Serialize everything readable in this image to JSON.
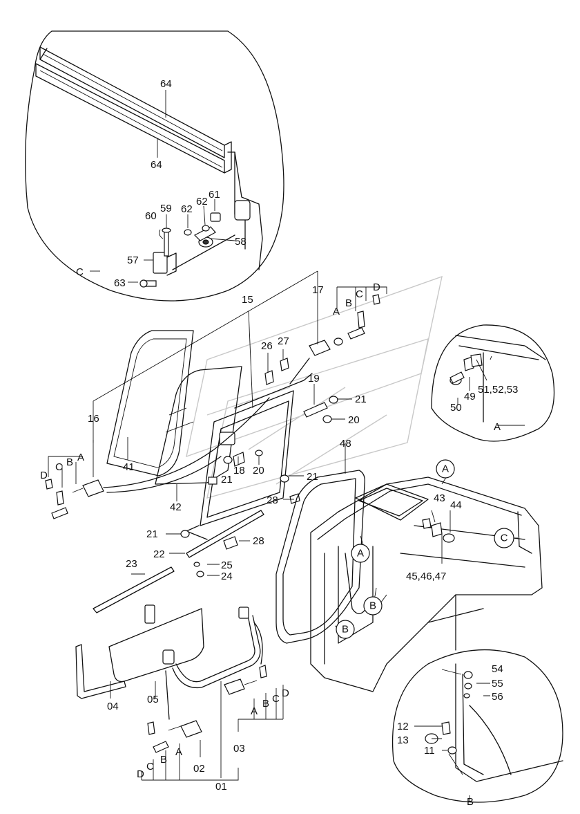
{
  "labels": [
    {
      "id": "64a",
      "text": "64"
    },
    {
      "id": "64b",
      "text": "64"
    },
    {
      "id": "59",
      "text": "59"
    },
    {
      "id": "60",
      "text": "60"
    },
    {
      "id": "62a",
      "text": "62"
    },
    {
      "id": "62b",
      "text": "62"
    },
    {
      "id": "61",
      "text": "61"
    },
    {
      "id": "58",
      "text": "58"
    },
    {
      "id": "57",
      "text": "57"
    },
    {
      "id": "63",
      "text": "63"
    },
    {
      "id": "C_detail",
      "text": "C"
    },
    {
      "id": "17",
      "text": "17"
    },
    {
      "id": "15",
      "text": "15"
    },
    {
      "id": "A_t",
      "text": "A"
    },
    {
      "id": "B_t",
      "text": "B"
    },
    {
      "id": "C_t",
      "text": "C"
    },
    {
      "id": "D_t",
      "text": "D"
    },
    {
      "id": "26",
      "text": "26"
    },
    {
      "id": "27",
      "text": "27"
    },
    {
      "id": "19",
      "text": "19"
    },
    {
      "id": "21a",
      "text": "21"
    },
    {
      "id": "20a",
      "text": "20"
    },
    {
      "id": "16",
      "text": "16"
    },
    {
      "id": "D_l",
      "text": "D"
    },
    {
      "id": "C_l",
      "text": "C"
    },
    {
      "id": "B_l",
      "text": "B"
    },
    {
      "id": "A_l",
      "text": "A"
    },
    {
      "id": "41",
      "text": "41"
    },
    {
      "id": "18",
      "text": "18"
    },
    {
      "id": "20b",
      "text": "20"
    },
    {
      "id": "21b",
      "text": "21"
    },
    {
      "id": "21c",
      "text": "21"
    },
    {
      "id": "48",
      "text": "48"
    },
    {
      "id": "42",
      "text": "42"
    },
    {
      "id": "28a",
      "text": "28"
    },
    {
      "id": "21d",
      "text": "21"
    },
    {
      "id": "28b",
      "text": "28"
    },
    {
      "id": "22",
      "text": "22"
    },
    {
      "id": "25",
      "text": "25"
    },
    {
      "id": "23",
      "text": "23"
    },
    {
      "id": "24",
      "text": "24"
    },
    {
      "id": "50",
      "text": "50"
    },
    {
      "id": "49",
      "text": "49"
    },
    {
      "id": "515253",
      "text": "51,52,53"
    },
    {
      "id": "A_detail",
      "text": "A"
    },
    {
      "id": "43",
      "text": "43"
    },
    {
      "id": "44",
      "text": "44"
    },
    {
      "id": "454647",
      "text": "45,46,47"
    },
    {
      "id": "04",
      "text": "04"
    },
    {
      "id": "05",
      "text": "05"
    },
    {
      "id": "01",
      "text": "01"
    },
    {
      "id": "02",
      "text": "02"
    },
    {
      "id": "03",
      "text": "03"
    },
    {
      "id": "A_b1",
      "text": "A"
    },
    {
      "id": "B_b1",
      "text": "B"
    },
    {
      "id": "C_b1",
      "text": "C"
    },
    {
      "id": "D_b1",
      "text": "D"
    },
    {
      "id": "A_b2",
      "text": "A"
    },
    {
      "id": "B_b2",
      "text": "B"
    },
    {
      "id": "C_b2",
      "text": "C"
    },
    {
      "id": "D_b2",
      "text": "D"
    },
    {
      "id": "54",
      "text": "54"
    },
    {
      "id": "55",
      "text": "55"
    },
    {
      "id": "56",
      "text": "56"
    },
    {
      "id": "12",
      "text": "12"
    },
    {
      "id": "13",
      "text": "13"
    },
    {
      "id": "11",
      "text": "11"
    },
    {
      "id": "B_detail",
      "text": "B"
    }
  ],
  "callouts": [
    {
      "id": "cA1",
      "text": "A"
    },
    {
      "id": "cC1",
      "text": "C"
    },
    {
      "id": "cA2",
      "text": "A"
    },
    {
      "id": "cB1",
      "text": "B"
    },
    {
      "id": "cB2",
      "text": "B"
    }
  ]
}
